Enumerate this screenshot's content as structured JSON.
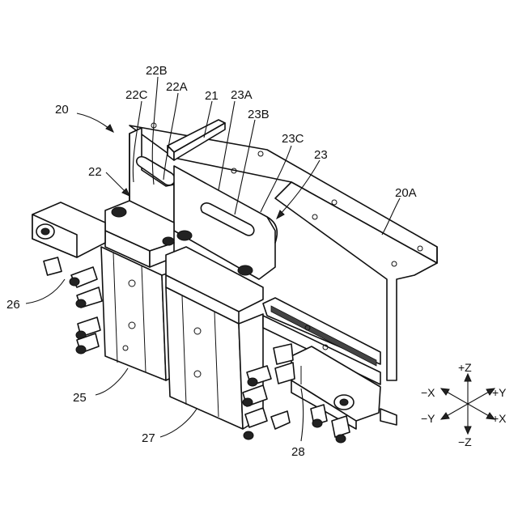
{
  "labels": {
    "l20": "20",
    "l20A": "20A",
    "l21": "21",
    "l22": "22",
    "l22A": "22A",
    "l22B": "22B",
    "l22C": "22C",
    "l23": "23",
    "l23A": "23A",
    "l23B": "23B",
    "l23C": "23C",
    "l25": "25",
    "l26": "26",
    "l27": "27",
    "l28": "28"
  },
  "axes": {
    "pz": "+Z",
    "nz": "−Z",
    "nx": "−X",
    "py": "+Y",
    "ny": "−Y",
    "px": "+X"
  }
}
